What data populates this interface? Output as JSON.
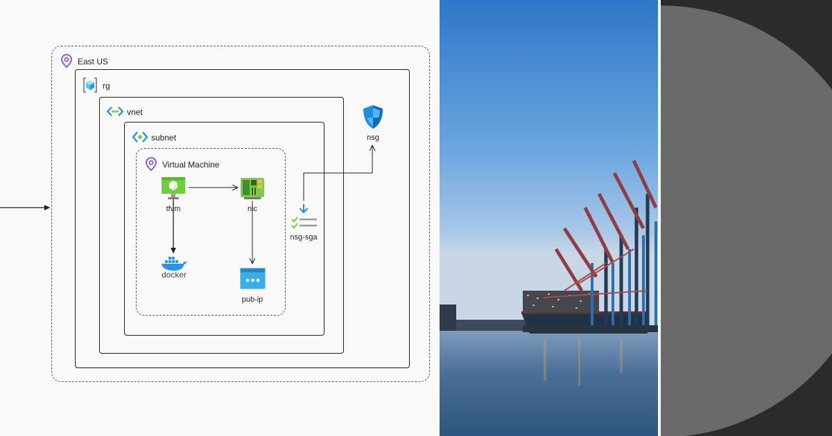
{
  "diagram": {
    "region": {
      "label": "East US",
      "icon": "location-pin-icon"
    },
    "resource_group": {
      "label": "rg",
      "icon": "resource-group-icon"
    },
    "vnet": {
      "label": "vnet",
      "icon": "vnet-icon"
    },
    "subnet": {
      "label": "subnet",
      "icon": "subnet-icon"
    },
    "vm_group": {
      "label": "Virtual Machine",
      "icon": "location-pin-icon"
    },
    "nodes": {
      "tfvm": {
        "label": "tfvm",
        "icon": "virtual-machine-icon"
      },
      "nic": {
        "label": "nic",
        "icon": "network-interface-icon"
      },
      "docker": {
        "label": "docker",
        "icon": "docker-whale-icon"
      },
      "pub_ip": {
        "label": "pub-ip",
        "icon": "public-ip-icon"
      },
      "nsg": {
        "label": "nsg",
        "icon": "shield-icon"
      },
      "nsg_sga": {
        "label": "nsg-sga",
        "icon": "security-group-association-icon"
      }
    },
    "edges": [
      {
        "from": "external",
        "to": "East US"
      },
      {
        "from": "tfvm",
        "to": "nic"
      },
      {
        "from": "tfvm",
        "to": "docker"
      },
      {
        "from": "nic",
        "to": "pub-ip"
      },
      {
        "from": "nsg-sga",
        "to": "nsg"
      }
    ]
  },
  "photo": {
    "subject": "container-port-cranes-image"
  },
  "colors": {
    "pin": "#8a5cd0",
    "azure_blue": "#1d8fe0",
    "vm_green": "#6ccf3c",
    "docker_blue": "#2496ed",
    "pubip_blue": "#3aaee8",
    "right_panel_bg": "#2b2b2b",
    "right_panel_circle": "#6a6a6a"
  }
}
